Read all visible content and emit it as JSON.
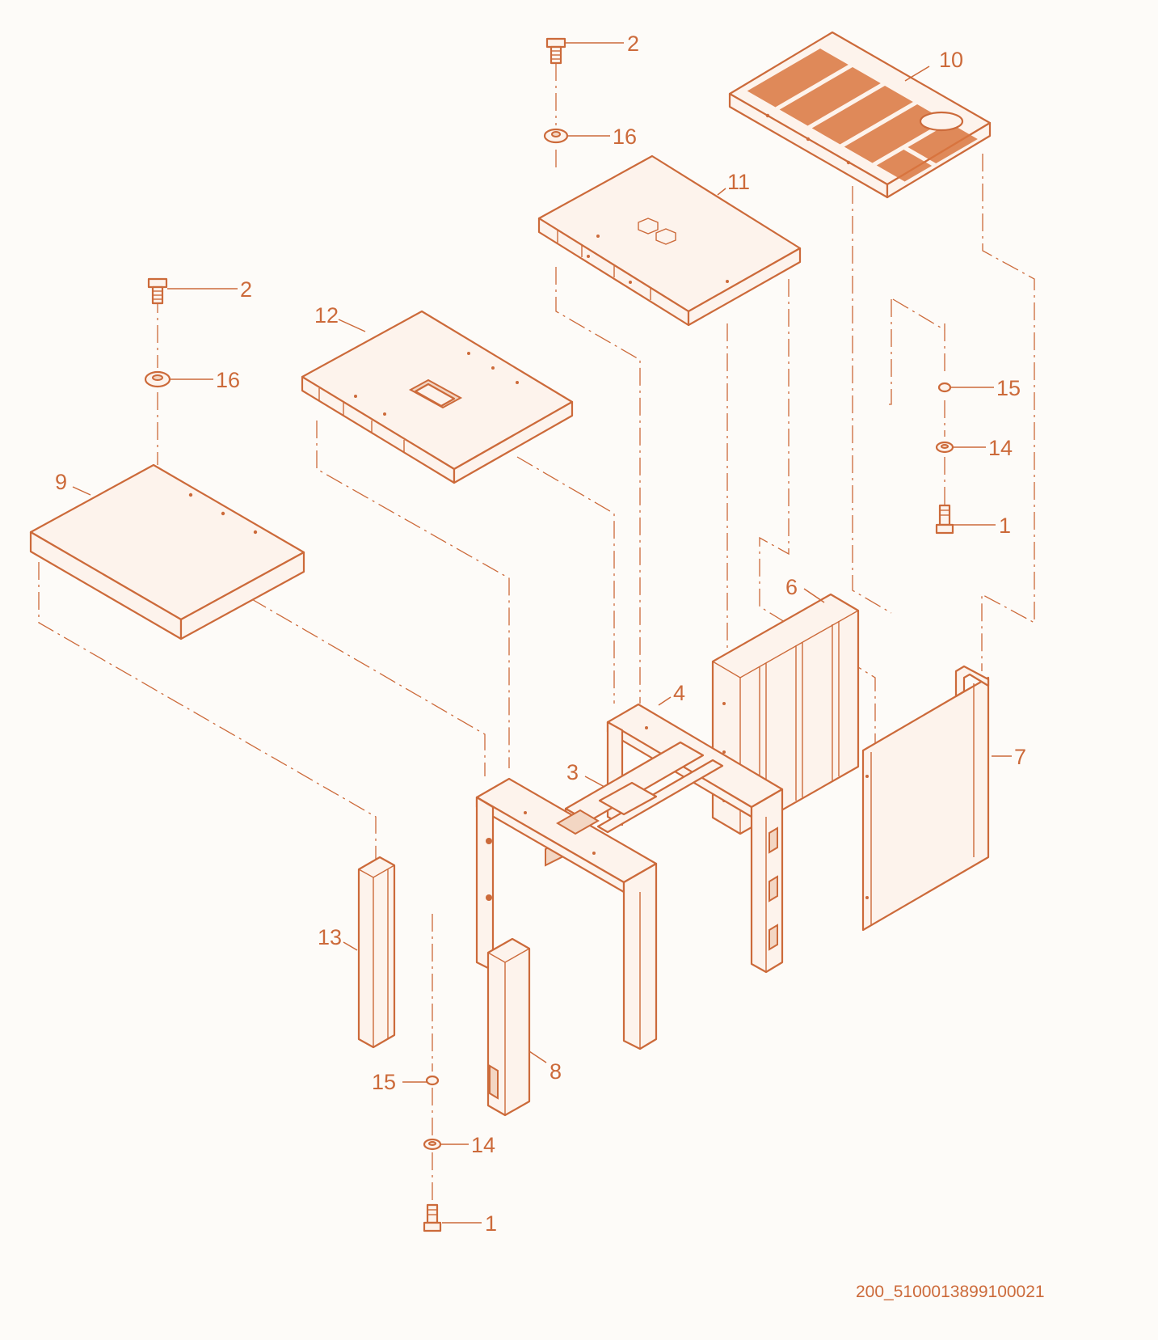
{
  "colors": {
    "line": "#cc6a3a",
    "background": "#fdfbf8"
  },
  "callouts": {
    "c2_top": "2",
    "c16_top": "16",
    "c10": "10",
    "c11": "11",
    "c2_left": "2",
    "c16_left": "16",
    "c12": "12",
    "c9": "9",
    "c15_right": "15",
    "c14_right": "14",
    "c1_right": "1",
    "c6": "6",
    "c4": "4",
    "c3": "3",
    "c7": "7",
    "c13": "13",
    "c8": "8",
    "c15_bottom": "15",
    "c14_bottom": "14",
    "c1_bottom": "1"
  },
  "drawing_number": "200_5100013899100021"
}
